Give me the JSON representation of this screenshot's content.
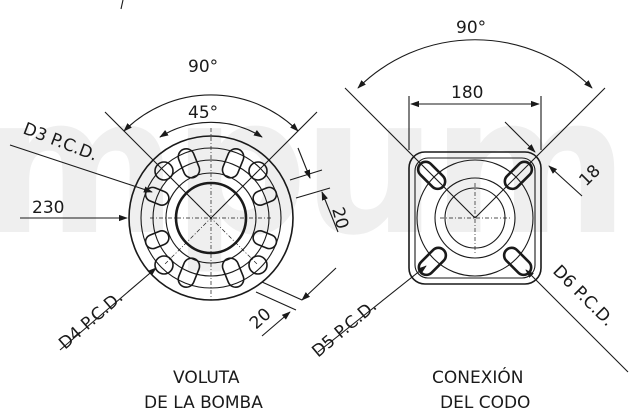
{
  "watermark": "mpumps",
  "left_view": {
    "caption_line1": "VOLUTA",
    "caption_line2": "DE LA BOMBA",
    "angle_outer": "90°",
    "angle_inner": "45°",
    "pcd_upper": "D3 P.C.D.",
    "pcd_lower": "D4 P.C.D.",
    "dim_diameter": "230",
    "dim_bolt_right": "20",
    "dim_bolt_bottom": "20"
  },
  "right_view": {
    "caption_line1": "CONEXIÓN",
    "caption_line2": "DEL CODO",
    "angle_outer": "90°",
    "dim_width": "180",
    "dim_slot": "18",
    "pcd_left": "D5 P.C.D.",
    "pcd_right": "D6 P.C.D."
  }
}
